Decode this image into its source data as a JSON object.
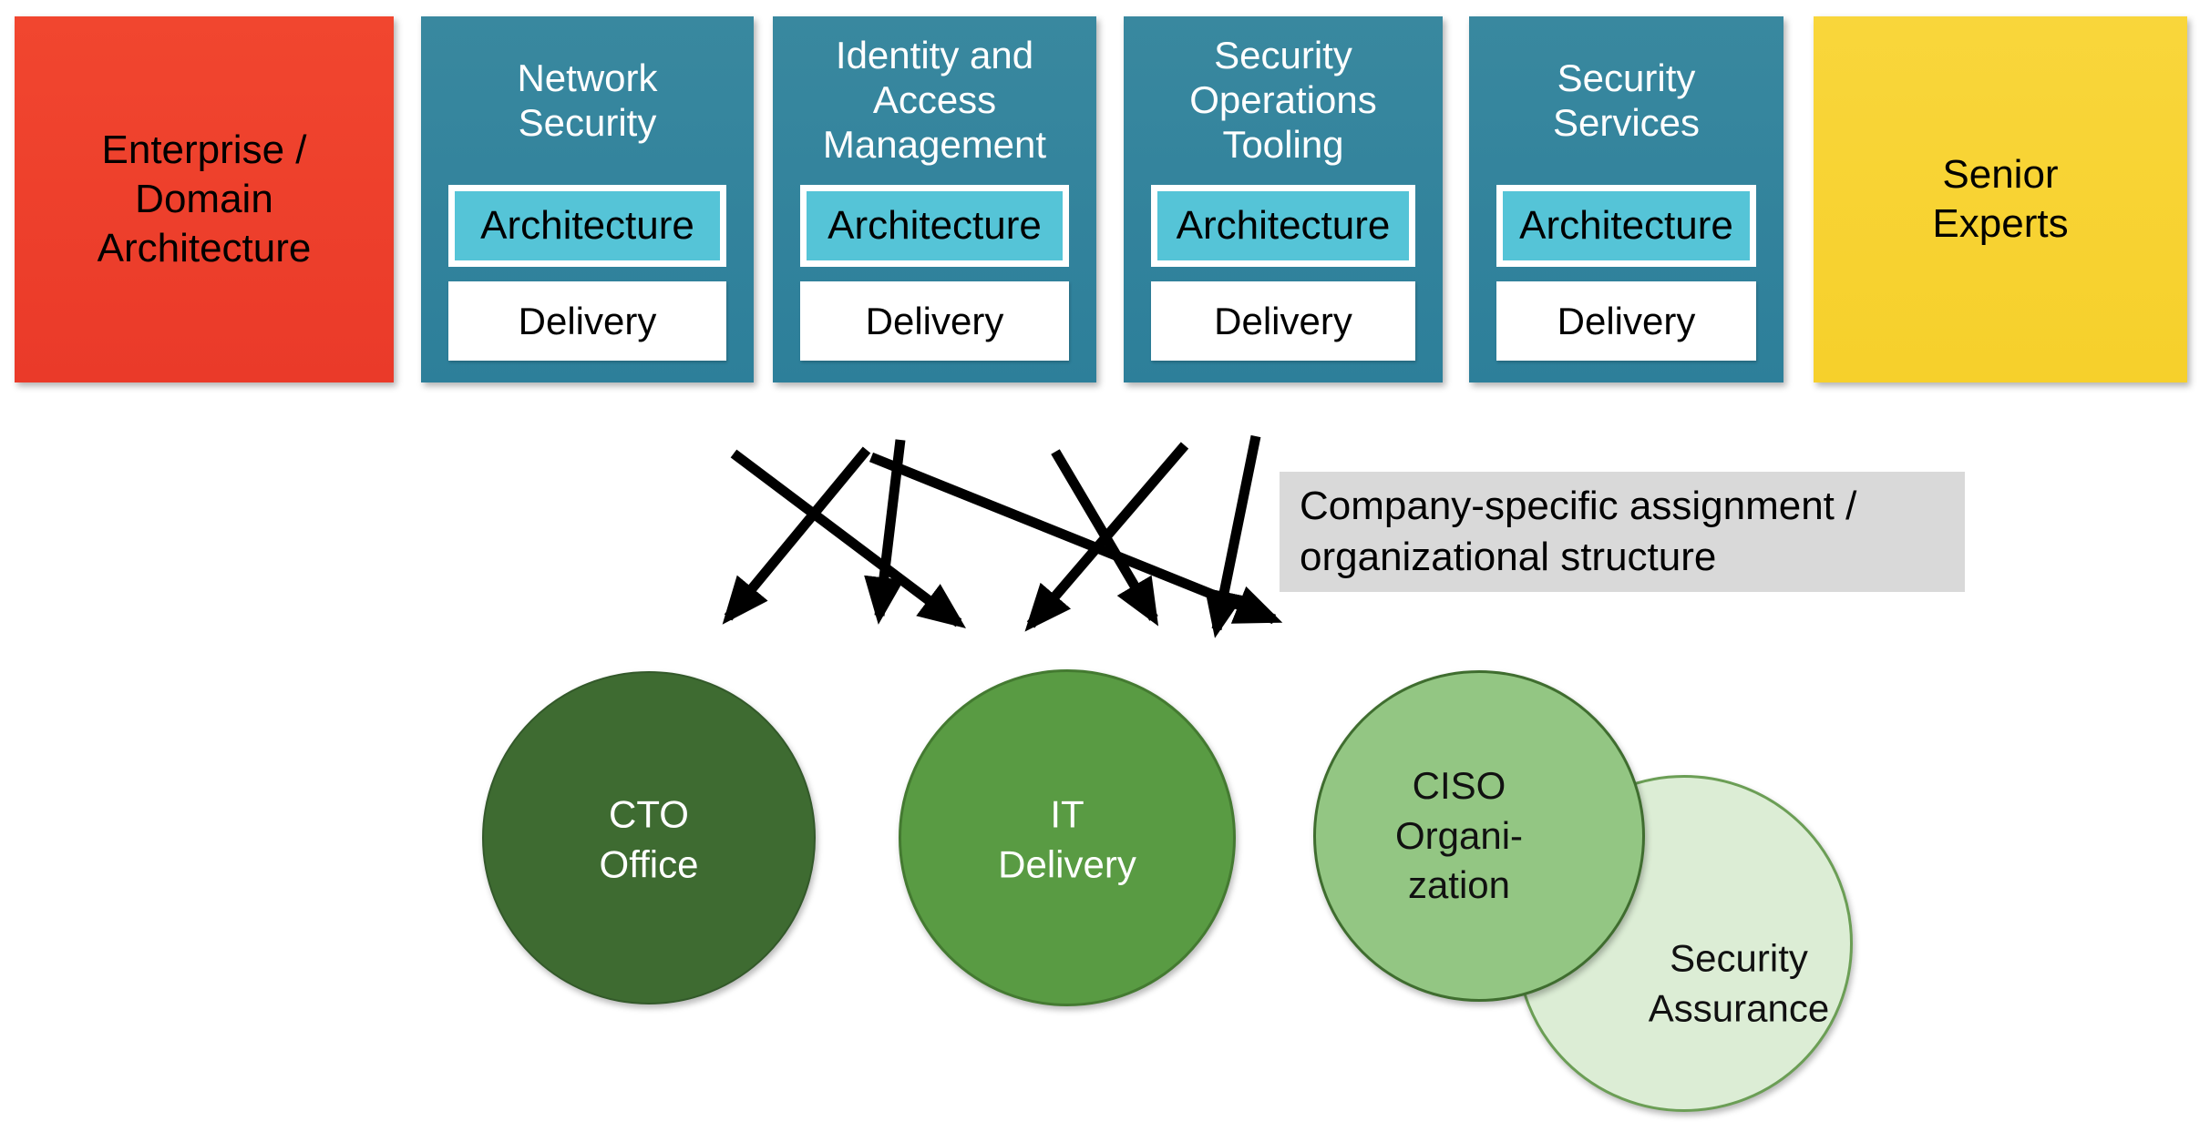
{
  "top_row": {
    "enterprise_box": {
      "label": "Enterprise /\nDomain\nArchitecture",
      "color": "#ef3e2d",
      "text_color": "#000000"
    },
    "pillars": [
      {
        "title": "Network\nSecurity",
        "architecture_label": "Architecture",
        "delivery_label": "Delivery"
      },
      {
        "title": "Identity and\nAccess\nManagement",
        "architecture_label": "Architecture",
        "delivery_label": "Delivery"
      },
      {
        "title": "Security\nOperations\nTooling",
        "architecture_label": "Architecture",
        "delivery_label": "Delivery"
      },
      {
        "title": "Security\nServices",
        "architecture_label": "Architecture",
        "delivery_label": "Delivery"
      }
    ],
    "pillar_color": "#30829d",
    "pillar_title_color": "#ffffff",
    "architecture_highlight_color": "#55c4d7",
    "delivery_box_color": "#ffffff",
    "senior_experts_box": {
      "label": "Senior\nExperts",
      "color": "#f8d42f",
      "text_color": "#000000"
    }
  },
  "assignment_note": {
    "text": "Company-specific assignment /\norganizational structure",
    "background": "#d9d9d9",
    "text_color": "#000000"
  },
  "arrows": {
    "color": "#000000",
    "count": 7,
    "meaning": "crossing assignment arrows from capability pillars to organizational units"
  },
  "org_circles": [
    {
      "label": "CTO\nOffice",
      "color": "#3e6b31",
      "text_color": "#ffffff"
    },
    {
      "label": "IT\nDelivery",
      "color": "#599b43",
      "text_color": "#ffffff"
    },
    {
      "label": "CISO\nOrgani-\nzation",
      "color": "#93c683",
      "text_color": "#000000"
    },
    {
      "label": "Security\nAssurance",
      "color": "#dcedd5",
      "text_color": "#000000"
    }
  ]
}
